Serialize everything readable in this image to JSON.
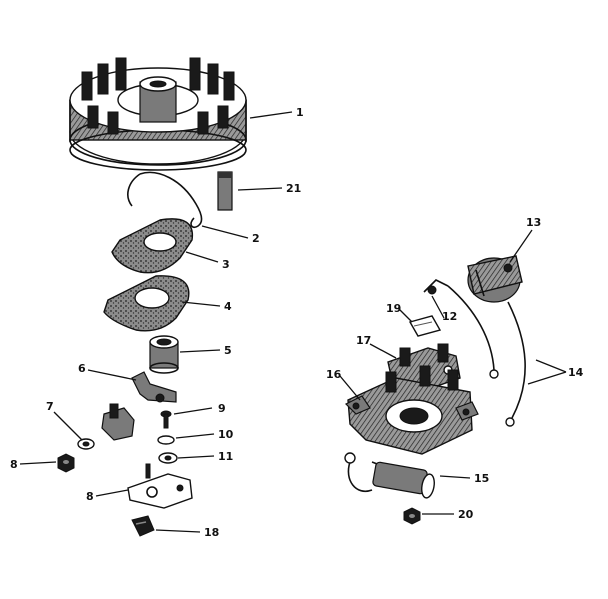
{
  "diagram": {
    "callouts": {
      "c1": "1",
      "c2": "2",
      "c3": "3",
      "c4": "4",
      "c5": "5",
      "c6": "6",
      "c7": "7",
      "c8a": "8",
      "c8b": "8",
      "c9": "9",
      "c10": "10",
      "c11": "11",
      "c12": "12",
      "c13": "13",
      "c14": "14",
      "c15": "15",
      "c16": "16",
      "c17": "17",
      "c18": "18",
      "c19": "19",
      "c20": "20",
      "c21": "21"
    }
  }
}
